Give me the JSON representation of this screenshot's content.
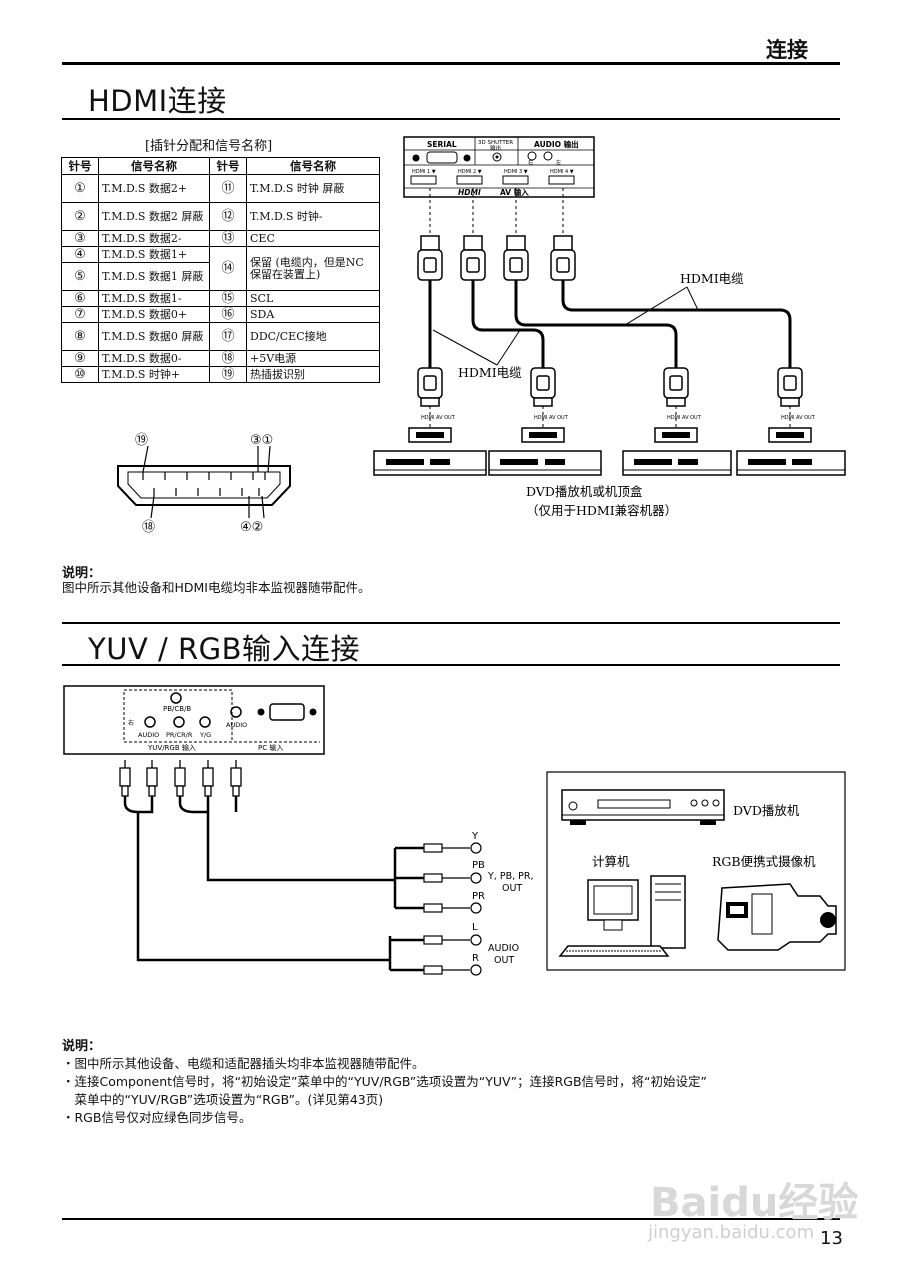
{
  "header": {
    "section": "连接",
    "page_number": "13"
  },
  "hdmi": {
    "title": "HDMI连接",
    "table_caption": "[插针分配和信号名称]",
    "headers": [
      "针号",
      "信号名称",
      "针号",
      "信号名称"
    ],
    "left_pins": [
      {
        "n": "①",
        "s": "T.M.D.S 数据2+"
      },
      {
        "n": "②",
        "s": "T.M.D.S 数据2 屏蔽"
      },
      {
        "n": "③",
        "s": "T.M.D.S 数据2-"
      },
      {
        "n": "④",
        "s": "T.M.D.S 数据1+"
      },
      {
        "n": "⑤",
        "s": "T.M.D.S 数据1 屏蔽"
      },
      {
        "n": "⑥",
        "s": "T.M.D.S 数据1-"
      },
      {
        "n": "⑦",
        "s": "T.M.D.S 数据0+"
      },
      {
        "n": "⑧",
        "s": "T.M.D.S 数据0 屏蔽"
      },
      {
        "n": "⑨",
        "s": "T.M.D.S 数据0-"
      },
      {
        "n": "⑩",
        "s": "T.M.D.S 时钟+"
      }
    ],
    "right_pins": [
      {
        "n": "⑪",
        "s": "T.M.D.S 时钟 屏蔽"
      },
      {
        "n": "⑫",
        "s": "T.M.D.S 时钟-"
      },
      {
        "n": "⑬",
        "s": "CEC"
      },
      {
        "n": "⑭",
        "s": "保留 (电缆内，但是NC 保留在装置上)"
      },
      {
        "n": "⑮",
        "s": "SCL"
      },
      {
        "n": "⑯",
        "s": "SDA"
      },
      {
        "n": "⑰",
        "s": "DDC/CEC接地"
      },
      {
        "n": "⑱",
        "s": "+5V电源"
      },
      {
        "n": "⑲",
        "s": "热插拔识别"
      }
    ],
    "connector_labels": {
      "top_left": "⑲",
      "top_right": "③①",
      "bottom_left": "⑱",
      "bottom_right": "④②"
    },
    "panel": {
      "serial": "SERIAL",
      "shutter": "3D SHUTTER",
      "shutter_sub": "输出",
      "audio_out": "AUDIO 输出",
      "audio_r": "右",
      "audio_l": "左",
      "ports": [
        "HDMI 1 ▼",
        "HDMI 2 ▼",
        "HDMI 3 ▼",
        "HDMI 4 ▼"
      ],
      "logo": "HDMI",
      "av_in": "AV 输入"
    },
    "cable_label_right": "HDMI电缆",
    "cable_label_mid": "HDMI电缆",
    "device_port": "HDMI AV OUT",
    "device_caption_1": "DVD播放机或机顶盒",
    "device_caption_2": "（仅用于HDMI兼容机器）",
    "note_title": "说明：",
    "note_text": "图中所示其他设备和HDMI电缆均非本监视器随带配件。"
  },
  "yuv": {
    "title": "YUV / RGB输入连接",
    "panel": {
      "pb": "PB/CB/B",
      "audio": "AUDIO",
      "pr": "PR/CR/R",
      "yg": "Y/G",
      "right": "右",
      "audio2": "AUDIO",
      "group_left": "YUV/RGB 输入",
      "group_right": "PC 输入"
    },
    "jacks": {
      "y": "Y",
      "pb": "PB",
      "pr": "PR",
      "video_out": "Y, PB, PR,",
      "out": "OUT",
      "l": "L",
      "r": "R",
      "audio": "AUDIO",
      "audio_out": "OUT"
    },
    "devices": {
      "dvd": "DVD播放机",
      "computer": "计算机",
      "camera": "RGB便携式摄像机"
    },
    "note_title": "说明：",
    "notes": [
      "・图中所示其他设备、电缆和适配器插头均非本监视器随带配件。",
      "・连接Component信号时，将“初始设定”菜单中的“YUV/RGB”选项设置为“YUV”；连接RGB信号时，将“初始设定”",
      "　菜单中的“YUV/RGB”选项设置为“RGB”。(详见第43页)",
      "・RGB信号仅对应绿色同步信号。"
    ]
  },
  "watermark": {
    "brand": "Baidu经验",
    "url": "jingyan.baidu.com"
  }
}
